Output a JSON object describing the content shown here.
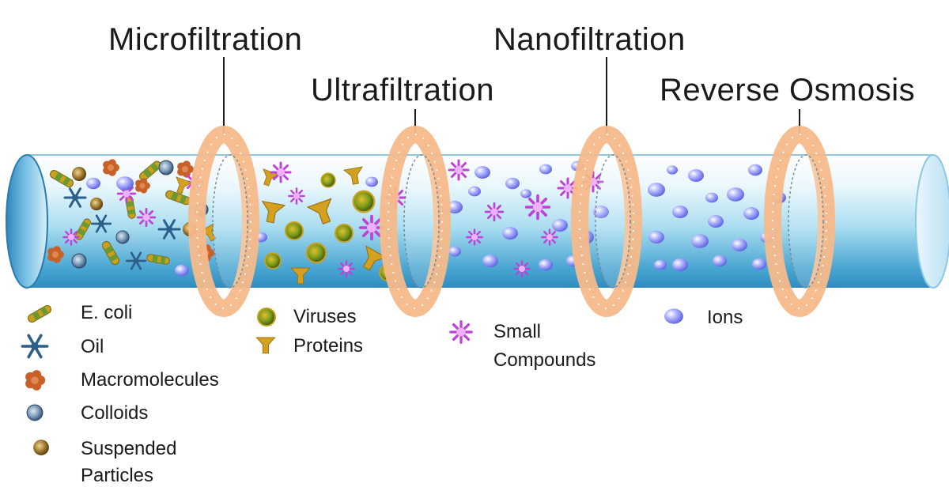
{
  "stages": [
    {
      "id": "mf",
      "label": "Microfiltration"
    },
    {
      "id": "uf",
      "label": "Ultrafiltration"
    },
    {
      "id": "nf",
      "label": "Nanofiltration"
    },
    {
      "id": "ro",
      "label": "Reverse Osmosis"
    }
  ],
  "legend": {
    "ecoli": "E. coli",
    "oil": "Oil",
    "macromolecules": "Macromolecules",
    "colloids": "Colloids",
    "suspended_line1": "Suspended",
    "suspended_line2": "Particles",
    "viruses": "Viruses",
    "proteins": "Proteins",
    "small_line1": "Small",
    "small_line2": "Compounds",
    "ions": "Ions"
  },
  "colors": {
    "tube_light": "#dff2fb",
    "tube_mid": "#9fd6ee",
    "tube_dark": "#3a97c8",
    "membrane_ring": "#f5b98a",
    "ecoli": "#c8a020",
    "oil": "#2c5f8a",
    "macromolecule": "#c8602a",
    "colloid": "#6c8fb0",
    "suspended": "#a07830",
    "virus_green": "#6a8a20",
    "protein": "#d4a020",
    "small_compound": "#c040d8",
    "ion": "#6a70e8"
  }
}
